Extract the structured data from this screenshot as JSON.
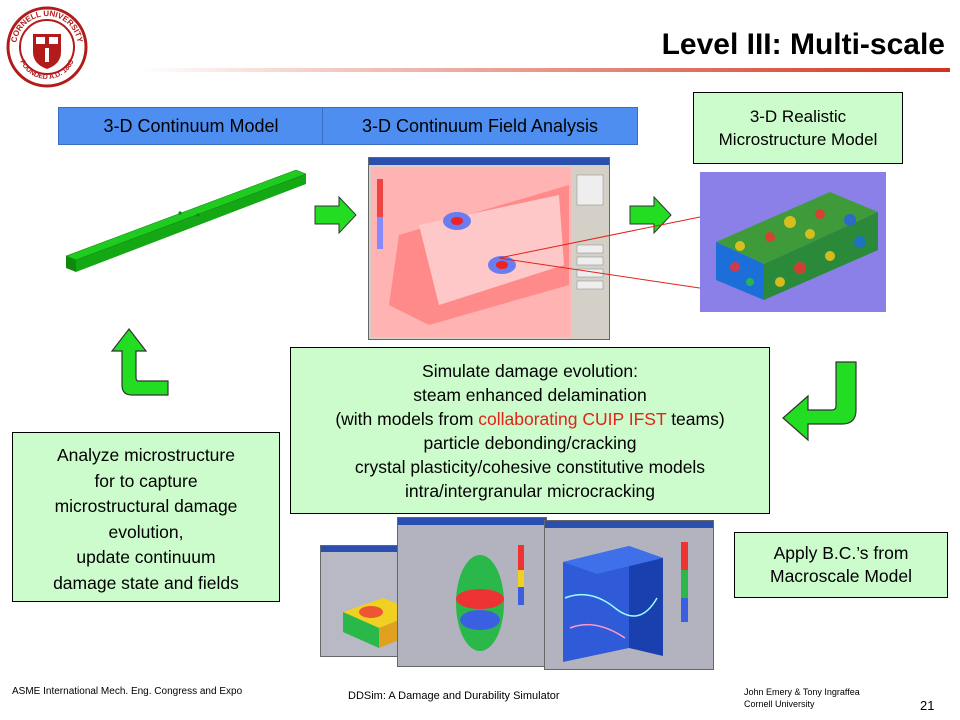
{
  "slide": {
    "title": "Level III: Multi-scale",
    "page_number": "21"
  },
  "logo": {
    "text": "CORNELL UNIVERSITY FOUNDED A.D. 1865"
  },
  "labels": {
    "continuum_model": "3-D Continuum Model",
    "field_analysis": "3-D Continuum Field Analysis",
    "realistic_line1": "3-D Realistic",
    "realistic_line2": "Microstructure Model"
  },
  "simulate_box": {
    "line1": "Simulate damage evolution:",
    "line2": "steam enhanced delamination",
    "line3_pre": "(with models from ",
    "line3_red": "collaborating CUIP IFST",
    "line3_post": " teams)",
    "line4": "particle debonding/cracking",
    "line5": "crystal plasticity/cohesive constitutive models",
    "line6": "intra/intergranular microcracking"
  },
  "analyze_box": {
    "line1": "Analyze microstructure",
    "line2": "for to capture",
    "line3": "microstructural damage",
    "line4": "evolution,",
    "line5": "update continuum",
    "line6": "damage state and fields"
  },
  "apply_box": {
    "line1": "Apply B.C.’s from",
    "line2": "Macroscale Model"
  },
  "footer": {
    "left": "ASME International Mech. Eng. Congress and Expo",
    "center": "DDSim: A Damage and Durability Simulator",
    "right_line1": "John Emery & Tony Ingraffea",
    "right_line2": "Cornell University"
  },
  "colors": {
    "blue_box": "#4d8ef0",
    "green_box": "#ccfccc",
    "beam_green": "#22dd22",
    "accent_red": "#d2321c"
  }
}
